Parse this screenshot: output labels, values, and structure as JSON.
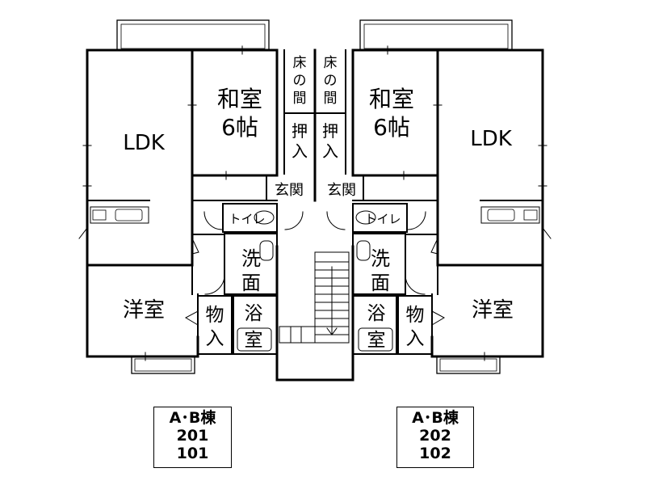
{
  "plan": {
    "rooms": {
      "ldk_left": "LDK",
      "ldk_right": "LDK",
      "washitsu_left": [
        "和室",
        "6帖"
      ],
      "washitsu_right": [
        "和室",
        "6帖"
      ],
      "tokonoma_left": [
        "床",
        "の",
        "間"
      ],
      "tokonoma_right": [
        "床",
        "の",
        "間"
      ],
      "oshiire_left": [
        "押",
        "入"
      ],
      "oshiire_right": [
        "押",
        "入"
      ],
      "genkan_left": "玄関",
      "genkan_right": "玄関",
      "toilet_left": "トイレ",
      "toilet_right": "トイレ",
      "senmen_left": [
        "洗",
        "面"
      ],
      "senmen_right": [
        "洗",
        "面"
      ],
      "yoshitsu_left": "洋室",
      "yoshitsu_right": "洋室",
      "monoire_left": [
        "物",
        "入"
      ],
      "monoire_right": [
        "物",
        "入"
      ],
      "yokushitsu_left": [
        "浴",
        "室"
      ],
      "yokushitsu_right": [
        "浴",
        "室"
      ]
    },
    "units": {
      "left": {
        "building": "A･B棟",
        "upper": "201",
        "lower": "101"
      },
      "right": {
        "building": "A･B棟",
        "upper": "202",
        "lower": "102"
      }
    }
  }
}
